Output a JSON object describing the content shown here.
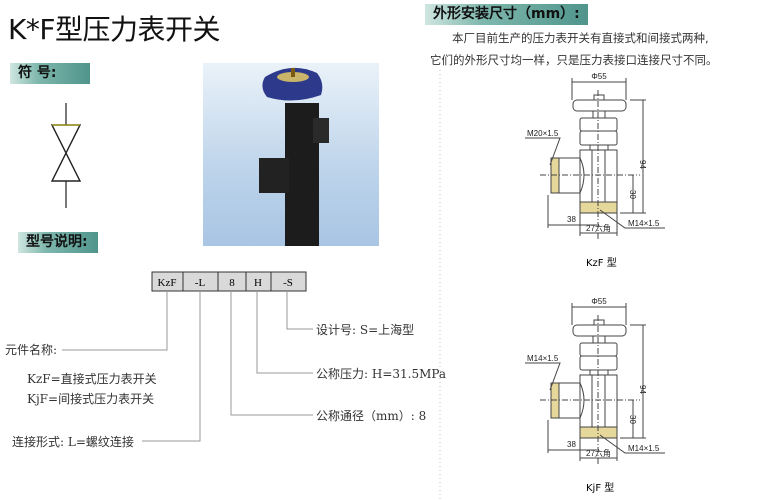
{
  "title": "K*F型压力表开关",
  "sections": {
    "symbol": "符 号:",
    "model": "型号说明:",
    "dimensions": "外形安装尺寸（mm）:"
  },
  "intro": [
    "本厂目前生产的压力表开关有直接式和间接式两种,",
    "它们的外形尺寸均一样，只是压力表接口连接尺寸不同。"
  ],
  "model_code": [
    "KzF",
    "-L",
    "8",
    "H",
    "-S"
  ],
  "model_desc": {
    "name": "元件名称:",
    "kzf": "KzF=直接式压力表开关",
    "kjf": "KjF=间接式压力表开关",
    "connection": "连接形式: L=螺纹连接",
    "bore": "公称通径（mm）: 8",
    "pressure": "公称压力: H=31.5MPa",
    "design": "设计号: S=上海型"
  },
  "drawings": [
    {
      "caption": "KzF 型",
      "dia": "Φ55",
      "side_thread": "M20×1.5",
      "bottom_thread": "M14×1.5",
      "height": "94",
      "port_height": "30",
      "offset": "38",
      "hex": "27六角"
    },
    {
      "caption": "KjF 型",
      "dia": "Φ55",
      "side_thread": "M14×1.5",
      "bottom_thread": "M14×1.5",
      "height": "94",
      "port_height": "30",
      "offset": "38",
      "hex": "27六角"
    }
  ],
  "colors": {
    "label_bg": "#4f958c",
    "handwheel": "#2d3a8c",
    "body": "#1c1c1c"
  }
}
